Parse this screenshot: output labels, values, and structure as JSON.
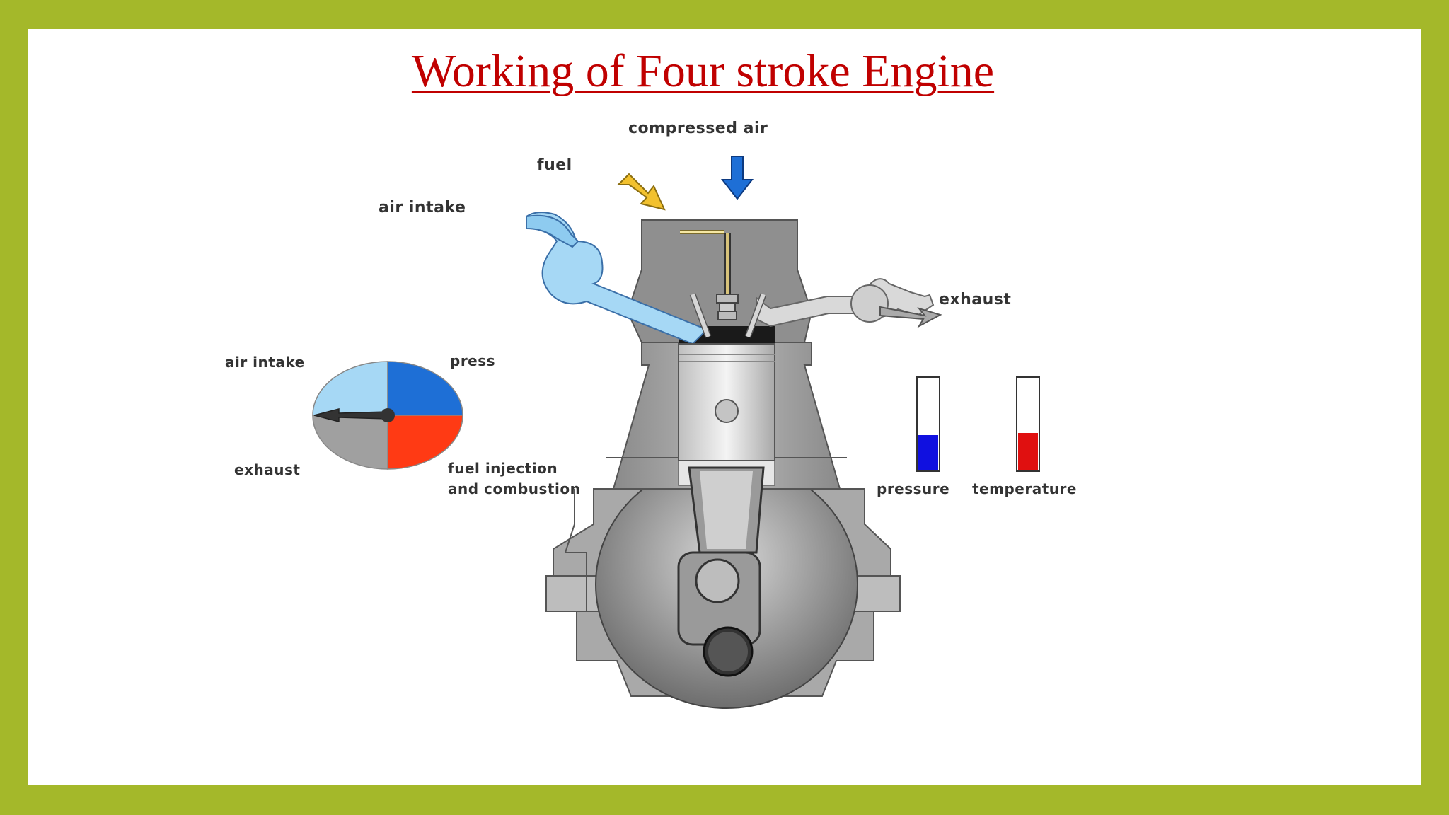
{
  "slide": {
    "title": "Working of Four stroke Engine"
  },
  "labels": {
    "compressed_air": "compressed air",
    "fuel": "fuel",
    "air_intake": "air intake",
    "exhaust": "exhaust",
    "press": "press",
    "dial_air_intake": "air intake",
    "dial_exhaust": "exhaust",
    "fuel_injection_line1": "fuel injection",
    "fuel_injection_line2": "and combustion",
    "pressure": "pressure",
    "temperature": "temperature"
  },
  "gauges": {
    "pressure_level": 0.38,
    "temperature_level": 0.4
  },
  "colors": {
    "frame": "#a4b82a",
    "title": "#c00000",
    "intake_air": "#9fd3f3",
    "compressed_air": "#1e6fd6",
    "fuel": "#f2c12e",
    "combustion": "#ff3a14",
    "exhaust_gas": "#999999",
    "pressure": "#1010e0",
    "temperature": "#e01010"
  }
}
